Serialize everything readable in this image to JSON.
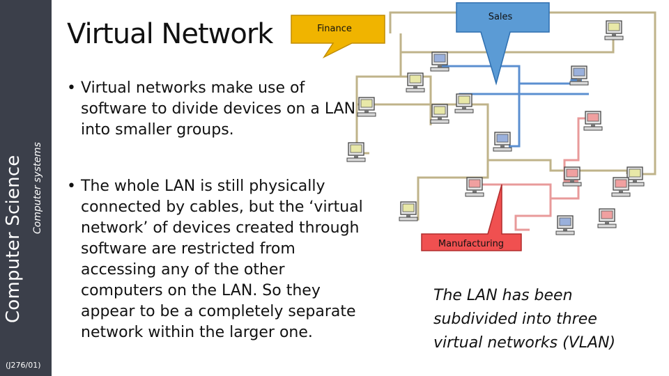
{
  "sidebar": {
    "subject": "Computer Science",
    "topic": "Computer systems",
    "code": "(J276/01)"
  },
  "slide": {
    "title": "Virtual Network",
    "bullets": [
      "Virtual networks make use of software to divide devices on a LAN into smaller groups.",
      "The whole LAN is still physically connected by cables, but the ‘virtual network’ of devices created through software are restricted from accessing any of the other computers on the LAN. So they appear to be a completely separate network within the larger one."
    ],
    "note": "The LAN has been subdivided into three virtual networks (VLAN)"
  },
  "diagram": {
    "callouts": {
      "finance": "Finance",
      "sales": "Sales",
      "manufacturing": "Manufacturing"
    },
    "colors": {
      "finance_callout": "#f0b400",
      "sales_callout": "#5b9bd5",
      "manufacturing_callout": "#f05050",
      "cable_main": "#bfb38a",
      "cable_sales": "#5b8fd0",
      "cable_manufacturing": "#e89a9a",
      "pc_yellow": "#e8e8a8",
      "pc_blue": "#9ab0dc",
      "pc_red": "#f0a0a0"
    },
    "computers": [
      {
        "group": "finance",
        "color": "yellow"
      },
      {
        "group": "finance",
        "color": "yellow"
      },
      {
        "group": "finance",
        "color": "yellow"
      },
      {
        "group": "finance",
        "color": "yellow"
      },
      {
        "group": "finance",
        "color": "yellow"
      },
      {
        "group": "finance",
        "color": "yellow"
      },
      {
        "group": "finance",
        "color": "yellow"
      },
      {
        "group": "finance",
        "color": "yellow"
      },
      {
        "group": "sales",
        "color": "blue"
      },
      {
        "group": "sales",
        "color": "blue"
      },
      {
        "group": "sales",
        "color": "blue"
      },
      {
        "group": "sales",
        "color": "blue"
      },
      {
        "group": "manufacturing",
        "color": "red"
      },
      {
        "group": "manufacturing",
        "color": "red"
      },
      {
        "group": "manufacturing",
        "color": "red"
      },
      {
        "group": "manufacturing",
        "color": "red"
      },
      {
        "group": "manufacturing",
        "color": "red"
      }
    ]
  }
}
